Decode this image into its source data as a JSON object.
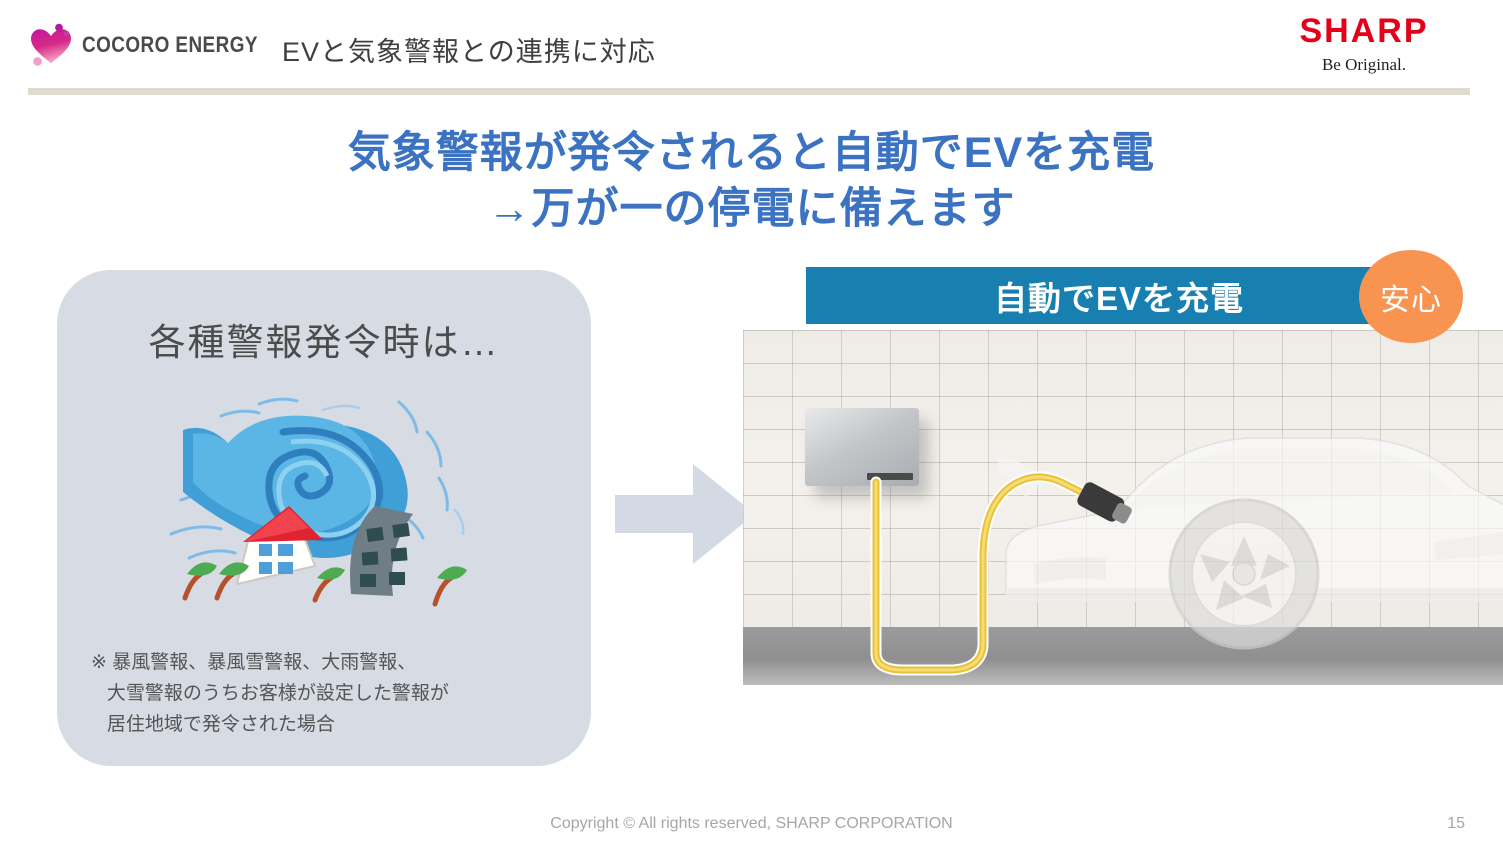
{
  "header": {
    "brand_logo_text": "COCORO ENERGY",
    "brand_logo_icon": "heart-icon",
    "title": "EVと気象警報との連携に対応",
    "corp_logo_text": "SHARP",
    "corp_tagline": "Be Original.",
    "rule_color": "#dedcce"
  },
  "headline": {
    "line1": "気象警報が発令されると自動でEVを充電",
    "line2": "→万が一の停電に備えます",
    "color": "#3b72c2"
  },
  "left_panel": {
    "title": "各種警報発令時は…",
    "illustration": "typhoon-illustration",
    "note": "※ 暴風警報、暴風雪警報、大雨警報、\n   大雪警報のうちお客様が設定した警報が\n   居住地域で発令された場合",
    "background_color": "#d6dbe4"
  },
  "arrow": {
    "icon": "right-arrow-icon",
    "color": "#d3dae4"
  },
  "right_panel": {
    "banner_label": "自動でEVを充電",
    "banner_color": "#1780b1",
    "badge_label": "安心",
    "badge_color": "#f89350",
    "photo": "ev-charging-photo"
  },
  "footer": {
    "copyright": "Copyright © All rights reserved, SHARP CORPORATION",
    "page_number": "15"
  }
}
